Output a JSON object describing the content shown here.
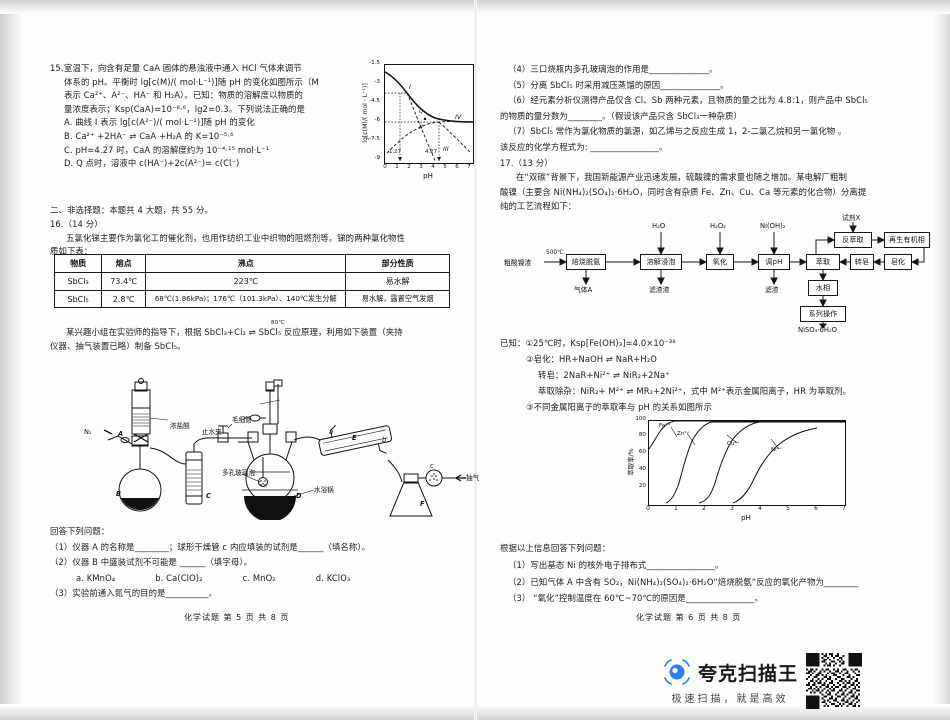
{
  "document": {
    "type": "scanned-exam-paper",
    "subject": "化学试题",
    "left_page_footer": "化学试题  第 5 页 共 8 页",
    "right_page_footer": "化学试题  第 6 页 共 8 页"
  },
  "left_page": {
    "q15": {
      "number": "15.",
      "stem_l1": "室温下，向含有足量 CaA 固体的悬浊液中通入 HCl 气体来调节",
      "stem_l2": "体系的 pH。平衡时 lg[c(M)/( mol·L⁻¹)]随 pH 的变化如图所示（M",
      "stem_l3": "表示 Ca²⁺、A²⁻、HA⁻ 和 H₂A）。已知：物质的溶解度以物质的",
      "stem_l4": "量浓度表示；Ksp(CaA)=10⁻⁸·⁶，lg2=0.3。下列说法正确的是",
      "options": [
        "A. 曲线 I 表示 lg[c(A²⁻)/( mol·L⁻¹)]随 pH 的变化",
        "B. Ca²⁺ +2HA⁻ ⇌ CaA +H₂A 的 K=10⁻⁵·⁶",
        "C. pH=4.27 时，CaA 的溶解度约为 10⁻⁴·¹⁵ mol·L⁻¹",
        "D. Q 点时，溶液中 c(HA⁻)+2c(A²⁻)= c(Cl⁻)"
      ]
    },
    "section2_title": "二、非选择题：本题共 4 大题，共 55 分。",
    "q16": {
      "number": "16.（14 分）",
      "stem_l1": "五氯化锑主要作为氯化工的催化剂，也用作纺织工业中织物的阻燃剂等。锑的两种氯化物性",
      "stem_l2": "质如下表：",
      "table": {
        "headers": [
          "物质",
          "熔点",
          "沸点",
          "部分性质"
        ],
        "rows": [
          [
            "SbCl₃",
            "73.4℃",
            "223℃",
            "易水解"
          ],
          [
            "SbCl₅",
            "2.8℃",
            "68℃(1.86kPa)；176℃（101.3kPa）、140℃发生分解",
            "易水解，露置空气发烟"
          ]
        ]
      },
      "exp_l1": "某兴趣小组在实验师的指导下，根据 SbCl₃+Cl₂ ⇌ SbCl₅ 反应原理，利用如下装置（夹持",
      "exp_l2": "仪器、抽气装置已略）制备 SbCl₅。",
      "exp_condition": "80℃",
      "answer_head": "回答下列问题：",
      "questions": [
        "（1）仪器 A 的名称是________；球形干燥管 c 内应填装的试剂是______（填名称）。",
        "（2）仪器 B 中盛装试剂不可能是 ______（填字母）。",
        "（3）实验前通入氮气的目的是__________。"
      ],
      "choices": [
        "a. KMnO₄",
        "b. Ca(ClO)₂",
        "c. MnO₂",
        "d. KClO₃"
      ]
    },
    "apparatus": {
      "labels": [
        "A",
        "B",
        "C",
        "D",
        "E",
        "F",
        "a",
        "b",
        "c"
      ],
      "annotations": [
        "浓盐酸",
        "毛细管",
        "止水夹",
        "多孔玻璃泡",
        "水浴锅",
        "N₂",
        "抽气"
      ]
    }
  },
  "right_page": {
    "q16_cont": [
      "（4）三口烧瓶内多孔玻璃泡的作用是______________。",
      "（5）分离 SbCl₅ 时采用减压蒸馏的原因______________。",
      "（6）经元素分析仪测得产品仅含 Cl、Sb 两种元素，且物质的量之比为 4.8:1，则产品中 SbCl₅",
      "的物质的量分数为________。（假设该产品只含 SbCl₃一种杂质）",
      "（7）SbCl₅ 常作为氯化物质的氯源，如乙烯与之反应生成 1，2-二氯乙烷和另一氯化物 。",
      "该反应的化学方程式为:  ________________。"
    ],
    "q17": {
      "number": "17.（13 分）",
      "stem_l1": "在“双碳”背景下，我国新能源产业迅速发展，硫酸镍的需求量也随之增加。某电解厂粗制",
      "stem_l2": "酸镍（主要含 Ni(NH₄)₂(SO₄)₂·6H₂O，同时含有杂质 Fe、Zn、Cu、Ca 等元素的化合物）分离提",
      "stem_l3": "纯的工艺流程如下："
    },
    "flowchart": {
      "input": "粗酸镍渣",
      "input_condition": "500℃",
      "boxes": [
        "焙烧脱氨",
        "溶解浸泡",
        "氧化",
        "调pH",
        "萃取",
        "反萃取",
        "再生有机相",
        "皂化",
        "转皂",
        "水相",
        "系列操作"
      ],
      "reagents_top": [
        "H₂O",
        "H₂O₂",
        "Ni(OH)₂",
        "试剂X"
      ],
      "byproducts": [
        "气体A",
        "滤渣渣",
        "滤渣",
        "NiSO₄·6H₂O"
      ]
    },
    "known": {
      "head": "已知：",
      "items": [
        "①25℃时，Ksp[Fe(OH)₃]=4.0×10⁻³⁸",
        "②皂化：HR+NaOH ⇌ NaR+H₂O",
        "转皂：2NaR+Ni²⁺ ⇌ NiR₂+2Na⁺",
        "萃取除杂：NiR₂+ M²⁺ ⇌ MR₂+2Ni²⁺，式中 M²⁺表示金属阳离子，HR 为萃取剂。",
        "③不同金属阳离子的萃取率与 pH 的关系如图所示"
      ]
    },
    "answer_head": "根据以上信息回答下列问题：",
    "questions": [
      "（1）写出基态 Ni 的核外电子排布式________________。",
      "（2）已知气体 A 中含有 SO₂，Ni(NH₄)₂(SO₄)₂·6H₂O“焙烧脱氨”反应的氧化产物为________",
      "（3）  “氧化”控制温度在 60℃~70℃的原因是________________。"
    ]
  },
  "chart_data": [
    {
      "id": "lg-c-vs-pH",
      "type": "line",
      "title": "",
      "xlabel": "pH",
      "ylabel": "lg[c(M)/( mol · L⁻¹)]",
      "xlim": [
        0,
        7
      ],
      "ylim": [
        -9,
        -1.5
      ],
      "xticks": [
        0,
        1,
        2,
        3,
        4,
        5,
        6,
        7
      ],
      "yticks": [
        "-1.5",
        "-3",
        "-4.5",
        "-6",
        "-7.5",
        "-9"
      ],
      "grid": false,
      "annotations": [
        "1.27",
        "4.27",
        "Q"
      ],
      "series": [
        {
          "name": "I",
          "label_at": {
            "pH": 1.6,
            "lg": -2.6
          },
          "points": [
            [
              0,
              -1.55
            ],
            [
              0.5,
              -1.8
            ],
            [
              1,
              -2.2
            ],
            [
              1.27,
              -2.55
            ],
            [
              2,
              -3.3
            ],
            [
              2.5,
              -3.8
            ],
            [
              3,
              -4.15
            ],
            [
              3.5,
              -4.4
            ],
            [
              4,
              -4.5
            ],
            [
              5,
              -4.55
            ],
            [
              6,
              -4.55
            ],
            [
              7,
              -4.55
            ]
          ]
        },
        {
          "name": "II",
          "label_at": {
            "pH": 2.5,
            "lg": -6.4
          },
          "points": [
            [
              0,
              -7.7
            ],
            [
              1,
              -6.6
            ],
            [
              1.27,
              -6.4
            ],
            [
              2,
              -5.6
            ],
            [
              3,
              -4.8
            ],
            [
              4,
              -4.6
            ],
            [
              4.27,
              -4.55
            ],
            [
              5,
              -4.55
            ],
            [
              6,
              -4.55
            ],
            [
              7,
              -4.55
            ]
          ]
        },
        {
          "name": "III",
          "label_at": {
            "pH": 5.0,
            "lg": -8.1
          },
          "points": [
            [
              1.27,
              -2.55
            ],
            [
              2,
              -3.6
            ],
            [
              3,
              -5.2
            ],
            [
              4,
              -6.9
            ],
            [
              4.5,
              -7.8
            ],
            [
              4.8,
              -8.6
            ]
          ]
        },
        {
          "name": "IV",
          "label_at": {
            "pH": 6.0,
            "lg": -5.6
          },
          "points": [
            [
              4.27,
              -4.55
            ],
            [
              5,
              -5.4
            ],
            [
              6,
              -6.6
            ],
            [
              7,
              -7.9
            ]
          ]
        }
      ]
    },
    {
      "id": "extraction-rate-vs-pH",
      "type": "line",
      "title": "",
      "xlabel": "pH",
      "ylabel": "萃取率/%",
      "xlim": [
        0,
        7
      ],
      "ylim": [
        0,
        100
      ],
      "xticks": [
        0,
        1,
        2,
        3,
        4,
        5,
        6,
        7
      ],
      "yticks": [
        20,
        40,
        60,
        80,
        100
      ],
      "grid": false,
      "series": [
        {
          "name": "Fe³⁺",
          "label_at": {
            "pH": 0.55,
            "y": 92
          },
          "points": [
            [
              0,
              66
            ],
            [
              0.2,
              74
            ],
            [
              0.4,
              84
            ],
            [
              0.6,
              92
            ],
            [
              0.8,
              97
            ],
            [
              1.0,
              100
            ],
            [
              7,
              100
            ]
          ]
        },
        {
          "name": "Zn²⁺",
          "label_at": {
            "pH": 1.1,
            "y": 82
          },
          "points": [
            [
              0.6,
              2
            ],
            [
              0.9,
              10
            ],
            [
              1.2,
              32
            ],
            [
              1.5,
              62
            ],
            [
              1.8,
              84
            ],
            [
              2.1,
              94
            ],
            [
              2.5,
              98
            ],
            [
              3,
              100
            ],
            [
              7,
              100
            ]
          ]
        },
        {
          "name": "Cu²⁺",
          "label_at": {
            "pH": 2.85,
            "y": 70
          },
          "points": [
            [
              1.8,
              2
            ],
            [
              2.2,
              8
            ],
            [
              2.5,
              22
            ],
            [
              2.8,
              46
            ],
            [
              3.1,
              70
            ],
            [
              3.4,
              86
            ],
            [
              3.8,
              95
            ],
            [
              4.2,
              99
            ],
            [
              4.6,
              100
            ],
            [
              7,
              100
            ]
          ]
        },
        {
          "name": "Ni²⁺",
          "label_at": {
            "pH": 4.3,
            "y": 63
          },
          "points": [
            [
              3.0,
              2
            ],
            [
              3.4,
              8
            ],
            [
              3.7,
              20
            ],
            [
              4.0,
              40
            ],
            [
              4.3,
              58
            ],
            [
              4.7,
              74
            ],
            [
              5.1,
              84
            ],
            [
              5.5,
              89
            ],
            [
              6.0,
              92
            ]
          ]
        }
      ]
    }
  ],
  "watermark": {
    "brand": "夸克扫描王",
    "tagline": "极速扫描，就是高效",
    "logo_icon": "quark-circle-icon",
    "qr_icon": "qr-code-icon"
  }
}
